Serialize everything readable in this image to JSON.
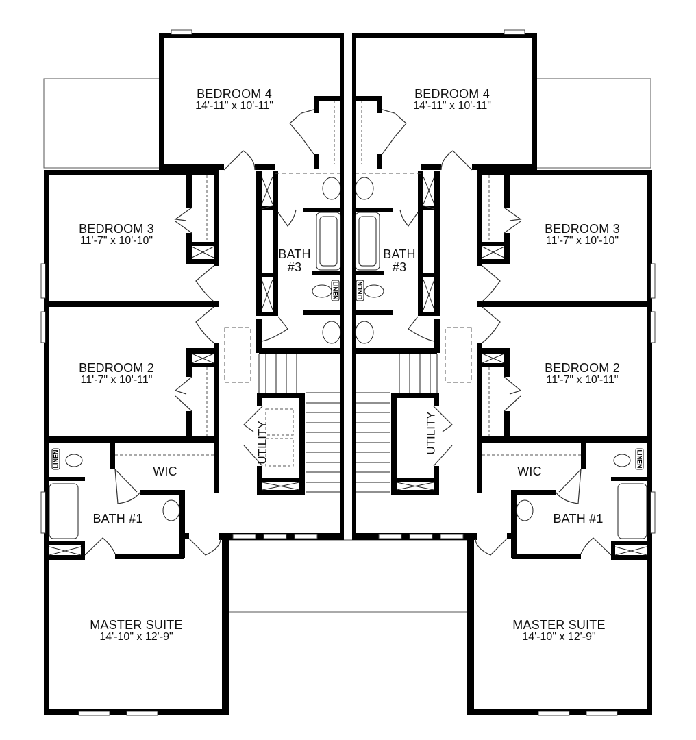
{
  "plan": {
    "type": "second-floor-plan-duplex",
    "units": [
      "left",
      "right"
    ]
  },
  "rooms": {
    "left": {
      "bedroom4": {
        "name": "BEDROOM 4",
        "dims": "14'-11\" x 10'-11\""
      },
      "bedroom3": {
        "name": "BEDROOM 3",
        "dims": "11'-7\" x 10'-10\""
      },
      "bedroom2": {
        "name": "BEDROOM 2",
        "dims": "11'-7\" x 10'-11\""
      },
      "bath3": {
        "line1": "BATH",
        "line2": "#3"
      },
      "utility": {
        "name": "UTILITY"
      },
      "wic": {
        "name": "WIC"
      },
      "bath1": {
        "name": "BATH #1"
      },
      "master": {
        "name": "MASTER SUITE",
        "dims": "14'-10\" x 12'-9\""
      },
      "linen_bath3": {
        "name": "LINEN"
      },
      "linen_bath1": {
        "name": "LINEN"
      }
    },
    "right": {
      "bedroom4": {
        "name": "BEDROOM 4",
        "dims": "14'-11\" x 10'-11\""
      },
      "bedroom3": {
        "name": "BEDROOM 3",
        "dims": "11'-7\" x 10'-10\""
      },
      "bedroom2": {
        "name": "BEDROOM 2",
        "dims": "11'-7\" x 10'-11\""
      },
      "bath3": {
        "line1": "BATH",
        "line2": "#3"
      },
      "utility": {
        "name": "UTILITY"
      },
      "wic": {
        "name": "WIC"
      },
      "bath1": {
        "name": "BATH #1"
      },
      "master": {
        "name": "MASTER SUITE",
        "dims": "14'-10\" x 12'-9\""
      },
      "linen_bath3": {
        "name": "LINEN"
      },
      "linen_bath1": {
        "name": "LINEN"
      }
    }
  },
  "colors": {
    "wall": "#000000",
    "background": "#ffffff",
    "fixture_line": "#333333"
  }
}
